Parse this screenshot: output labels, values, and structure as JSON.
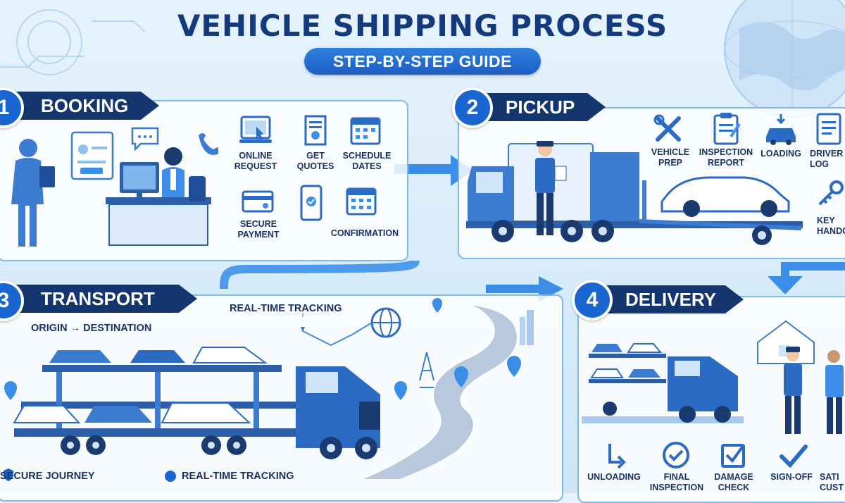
{
  "header": {
    "title": "VEHICLE SHIPPING PROCESS",
    "subtitle": "STEP-BY-STEP GUIDE"
  },
  "steps": [
    {
      "number": "1",
      "title": "BOOKING",
      "items": [
        {
          "line1": "ONLINE",
          "line2": "REQUEST"
        },
        {
          "line1": "GET",
          "line2": "QUOTES"
        },
        {
          "line1": "SCHEDULE",
          "line2": "DATES"
        },
        {
          "line1": "SECURE",
          "line2": "PAYMENT"
        },
        {
          "line1": "CONFIRMATION",
          "line2": ""
        }
      ]
    },
    {
      "number": "2",
      "title": "PICKUP",
      "items": [
        {
          "line1": "VEHICLE",
          "line2": "PREP"
        },
        {
          "line1": "INSPECTION",
          "line2": "REPORT"
        },
        {
          "line1": "LOADING",
          "line2": ""
        },
        {
          "line1": "DRIVER",
          "line2": "LOG"
        },
        {
          "line1": "KEY",
          "line2": "HANDOV"
        }
      ]
    },
    {
      "number": "3",
      "title": "TRANSPORT",
      "route": "ORIGIN → DESTINATION",
      "tracking": "REAL-TIME TRACKING",
      "footer": [
        {
          "label": "SECURE JOURNEY"
        },
        {
          "label": "REAL-TIME TRACKING"
        }
      ]
    },
    {
      "number": "4",
      "title": "DELIVERY",
      "items": [
        {
          "line1": "UNLOADING",
          "line2": ""
        },
        {
          "line1": "FINAL",
          "line2": "INSPECTION"
        },
        {
          "line1": "DAMAGE",
          "line2": "CHECK"
        },
        {
          "line1": "SIGN-OFF",
          "line2": ""
        },
        {
          "line1": "SATI",
          "line2": "CUST"
        }
      ]
    }
  ],
  "colors": {
    "navy": "#14356e",
    "blue": "#1a66d0",
    "accent": "#3b8ee8",
    "panel_border": "#7fb8ea"
  }
}
